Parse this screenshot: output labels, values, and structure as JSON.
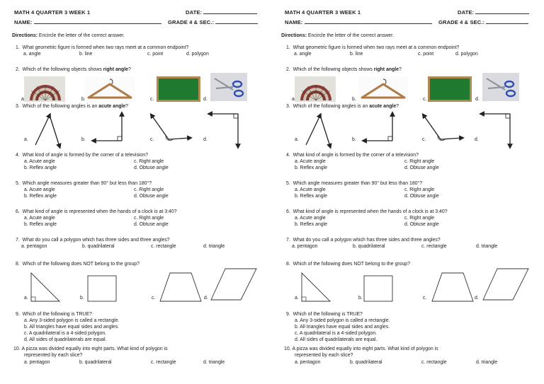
{
  "header": {
    "title": "MATH 4 QUARTER 3  WEEK 1",
    "date_label": "DATE:",
    "name_label": "NAME:",
    "grade_label": "GRADE 4 & SEC.:"
  },
  "directions": {
    "label": "Directions:",
    "text": " Encircle the letter of the correct answer."
  },
  "questions": [
    {
      "num": "1.",
      "text": "What geometric figure is formed when two rays meet at a common endpoint?",
      "choices": [
        "a.  angle",
        "b. line",
        "c. point",
        "d. polygon"
      ]
    },
    {
      "num": "2.",
      "pre": "Which of the following objects shows ",
      "bold": "right angle",
      "post": "?",
      "labels": [
        "a.",
        "b.",
        "c.",
        "d."
      ]
    },
    {
      "num": "3.",
      "pre": "Which of the following angles is an ",
      "bold": "acute angle",
      "post": "?",
      "labels": [
        "a.",
        "b.",
        "c.",
        "d."
      ]
    },
    {
      "num": "4.",
      "text": "What kind of angle is formed by the corner of a television?",
      "choices": [
        "a.  Acute angle",
        "c. Right angle",
        "b.  Reflex angle",
        "d. Obtuse angle"
      ]
    },
    {
      "num": "5.",
      "text": "Which angle measures greater than 90° but less than 180°?",
      "choices": [
        "a.  Acute angle",
        "c. Right angle",
        "b.  Reflex angle",
        "d. Obtuse angle"
      ]
    },
    {
      "num": "6.",
      "text": "What kind of angle is represented when the hands of a clock is at 3:40?",
      "choices": [
        "a.  Acute angle",
        "c. Right angle",
        "b.  Reflex angle",
        "d. Obtuse angle"
      ]
    },
    {
      "num": "7.",
      "text": "What do you call a polygon which has three sides and three angles?",
      "choices": [
        "a.  pentagon",
        "b. quadrilateral",
        "c. rectangle",
        "d. triangle"
      ]
    },
    {
      "num": "8.",
      "text": "Which of the following does NOT belong to the group?",
      "labels": [
        "a.",
        "b.",
        "c.",
        "d."
      ]
    },
    {
      "num": "9.",
      "text": "Which of the following is TRUE?",
      "choices": [
        "a.  Any 3-sided polygon is called a rectangle.",
        "b.  All triangles have equal sides and angles.",
        "c.  A quadrilateral is a 4-sided polygon.",
        "d.  All sides of quadrilaterals are equal."
      ]
    },
    {
      "num": "10.",
      "text": "A pizza was divided equally into eight parts. What kind of polygon is",
      "text2": "represented by each slice?",
      "choices": [
        "a.  pentagon",
        "b. quadrilateral",
        "c. rectangle",
        "d. triangle"
      ]
    }
  ],
  "colors": {
    "board": "#1f7a2f",
    "board_frame": "#b08a52",
    "scissor": "#2f4fb5",
    "fan": "#8a3b33"
  }
}
